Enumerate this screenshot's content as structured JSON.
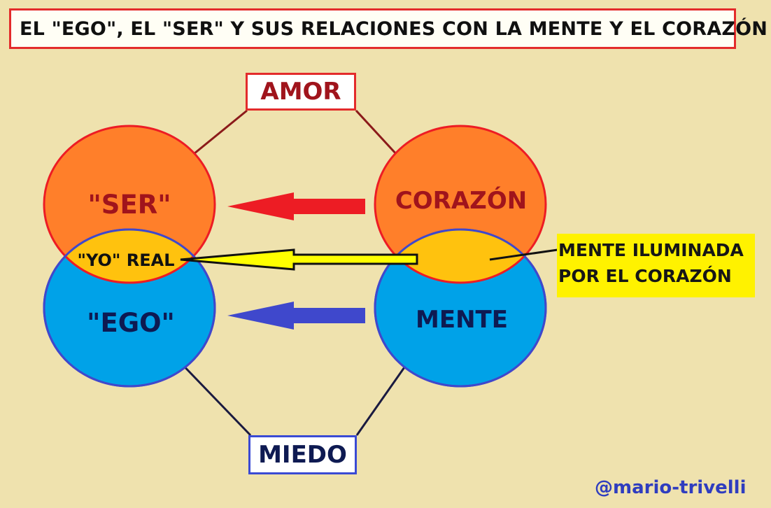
{
  "title": "EL \"EGO\", EL \"SER\" Y SUS RELACIONES CON LA MENTE Y EL CORAZÓN",
  "top_box": "AMOR",
  "bottom_box": "MIEDO",
  "left_top_circle": "\"SER\"",
  "left_overlap": "\"YO\" REAL",
  "left_bottom_circle": "\"EGO\"",
  "right_top_circle": "CORAZÓN",
  "right_bottom_circle": "MENTE",
  "callout": {
    "line1": "MENTE ILUMINADA",
    "line2": "POR EL CORAZÓN"
  },
  "signature": "@mario-trivelli",
  "colors": {
    "background": "#efe2ae",
    "orange": "#ff7f2a",
    "blue": "#00a2e8",
    "overlap_yellow": "#ffc20e",
    "red_arrow": "#ed1c24",
    "blue_arrow": "#3f48cc",
    "yellow_arrow": "#ffff00",
    "callout_bg": "#fff200"
  }
}
